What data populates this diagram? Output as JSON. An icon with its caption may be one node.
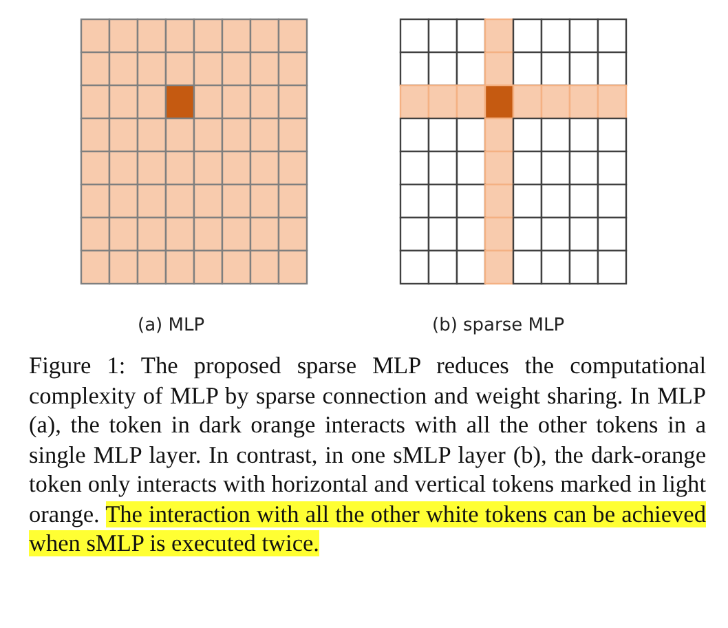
{
  "diagram": {
    "caption": "Figure 1: The proposed sparse MLP reduces the computational complexity of MLP by sparse connection and weight sharing. In MLP (a), the token in dark orange interacts with all the other tokens in a single MLP layer. In contrast, in one sMLP layer (b), the dark-orange token only interacts with horizontal and vertical tokens marked in light orange. The interaction with all the other white tokens can be achieved when sMLP is executed twice.",
    "labels": [
      "(a) MLP",
      "(b) sparse MLP"
    ]
  }
}
